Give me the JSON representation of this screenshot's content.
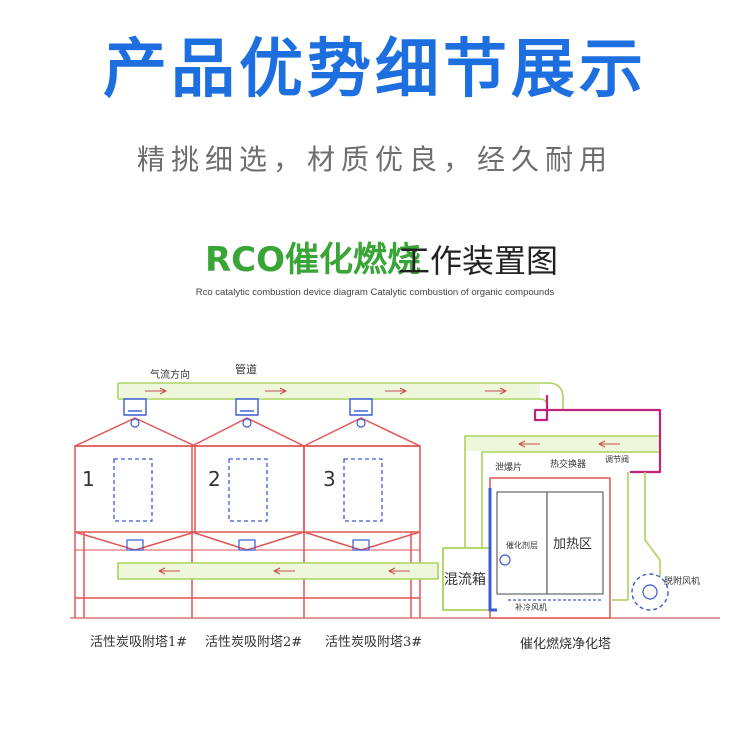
{
  "header": {
    "headline": "产品优势细节展示",
    "tagline": "精挑细选，材质优良，经久耐用"
  },
  "diagram": {
    "title_green": "RCO催化燃烧",
    "title_black": "工作装置图",
    "subtitle": "Rco catalytic combustion device diagram Catalytic combustion of organic compounds",
    "labels": {
      "airflow": "气流方向",
      "pipe": "管道",
      "mixing_box": "混流箱",
      "rupture_disc": "泄爆片",
      "heat_exchanger": "热交换器",
      "damper": "调节阀",
      "heating_zone": "加热区",
      "catalyst_layer": "催化剂层",
      "desorption_fan": "脱附风机",
      "cooling_fan": "补冷风机",
      "tower_numbers": [
        "1",
        "2",
        "3"
      ],
      "tower_captions": [
        "活性炭吸附塔1#",
        "活性炭吸附塔2#",
        "活性炭吸附塔3#"
      ],
      "combustion_caption": "催化燃烧净化塔"
    }
  },
  "colors": {
    "headline": "#1d6fe0",
    "tagline": "#6e6e6e",
    "title_green": "#3aa537",
    "frame_red": "#e05555",
    "pipe_green": "#a9d45a",
    "pipe_fill": "#eef7dc",
    "door_blue": "#3b5bd6",
    "magenta": "#c0237a"
  }
}
